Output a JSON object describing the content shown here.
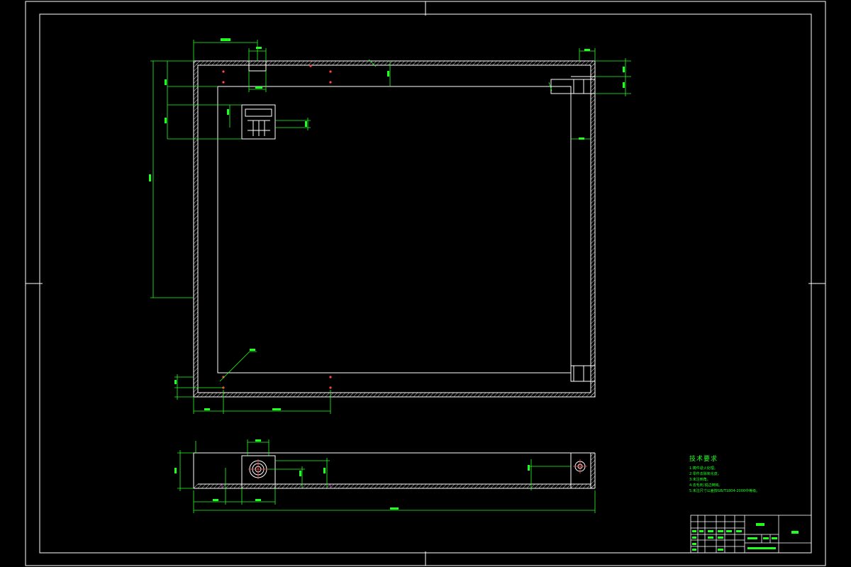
{
  "colors": {
    "background": "#000000",
    "outline": "#ffffff",
    "dimension": "#22ff22",
    "hatch": "#ffffff",
    "center_mark": "#ff4444",
    "hole_accent": "#ff44ff"
  },
  "technical_requirements": {
    "title": "技术要求",
    "items": [
      "1.铸件退火处理。",
      "2.零件去除氧化皮。",
      "3.未注倒角。",
      "4.去毛刺,锐边倒钝。",
      "5.未注尺寸公差按GB/T1804-2000中等级。"
    ]
  },
  "title_block": {
    "part_name": "",
    "material": "",
    "scale": "",
    "drawing_no": ""
  }
}
